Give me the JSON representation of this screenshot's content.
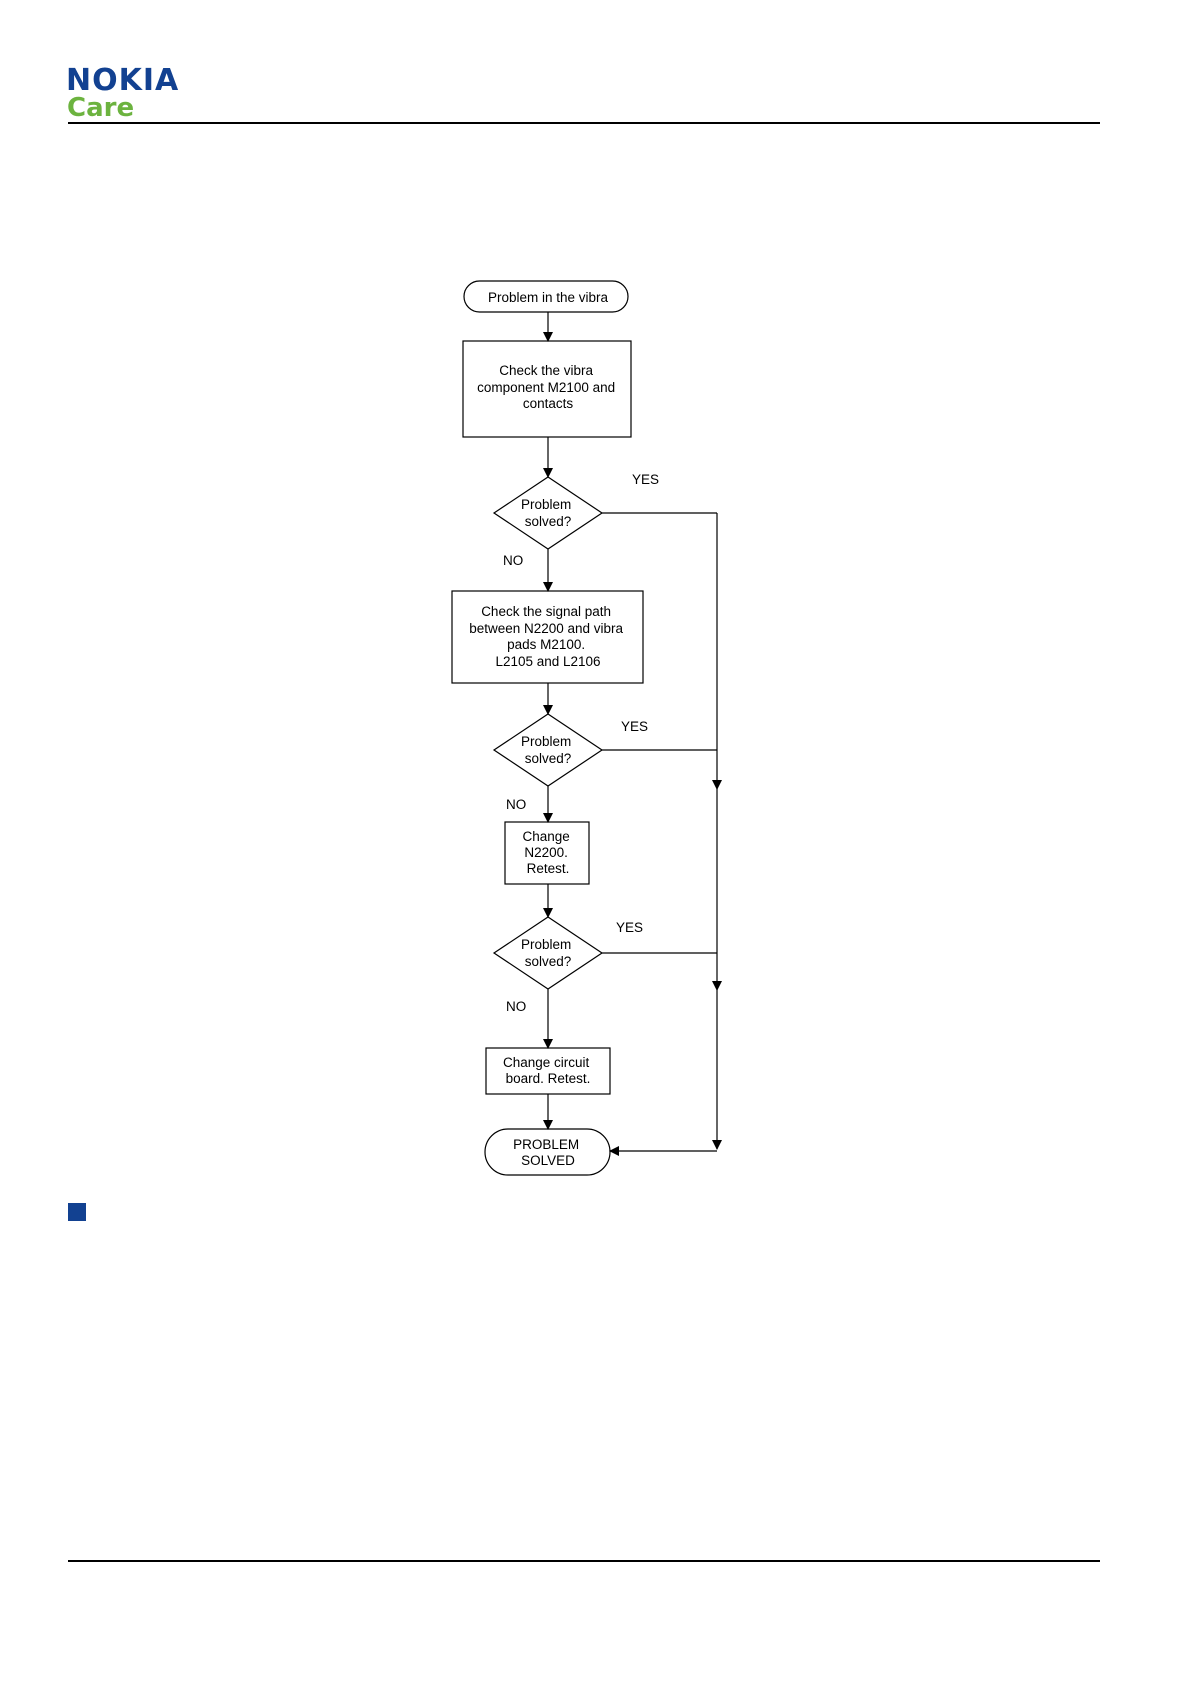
{
  "header": {
    "brand": "NOKIA",
    "sub_brand": "Care",
    "brand_color": "#124191",
    "sub_brand_color": "#6cb33f"
  },
  "flowchart": {
    "start": "Problem in the vibra",
    "step1": [
      "Check the vibra",
      "component M2100 and",
      "contacts"
    ],
    "decision1": [
      "Problem",
      "solved?"
    ],
    "yes1": "YES",
    "no1": "NO",
    "step2": [
      "Check the signal path",
      "between N2200 and vibra",
      "pads M2100.",
      "L2105 and L2106"
    ],
    "decision2": [
      "Problem",
      "solved?"
    ],
    "yes2": "YES",
    "no2": "NO",
    "step3": [
      "Change",
      "N2200.",
      "Retest."
    ],
    "decision3": [
      "Problem",
      "solved?"
    ],
    "yes3": "YES",
    "no3": "NO",
    "step4": [
      "Change circuit",
      "board. Retest."
    ],
    "end": [
      "PROBLEM",
      "SOLVED"
    ]
  },
  "bullet_color": "#124191"
}
